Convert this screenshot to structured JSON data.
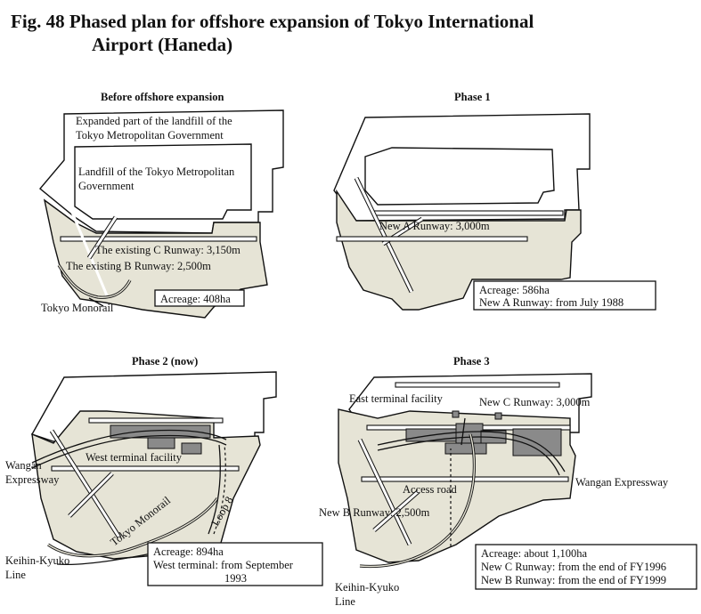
{
  "figure": {
    "title_line1": "Fig. 48 Phased plan for offshore expansion of Tokyo International",
    "title_line2": "Airport (Haneda)"
  },
  "panel_before": {
    "heading": "Before offshore expansion",
    "expanded_landfill_l1": "Expanded part of the landfill of the",
    "expanded_landfill_l2": "Tokyo Metropolitan Government",
    "landfill_l1": "Landfill of the Tokyo Metropolitan",
    "landfill_l2": "Government",
    "runway_c": "The existing C Runway: 3,150m",
    "runway_b": "The existing B Runway: 2,500m",
    "monorail": "Tokyo Monorail",
    "acreage": "Acreage: 408ha"
  },
  "panel_phase1": {
    "heading": "Phase 1",
    "runway_a": "New A Runway: 3,000m",
    "acreage": "Acreage: 586ha",
    "runway_a_date": "New A Runway: from July 1988"
  },
  "panel_phase2": {
    "heading": "Phase 2 (now)",
    "wangan_l1": "Wangan",
    "wangan_l2": "Expressway",
    "west_terminal": "West terminal facility",
    "monorail": "Tokyo Monorail",
    "loop8": "Loop 8",
    "keihin_l1": "Keihin-Kyuko",
    "keihin_l2": "Line",
    "acreage": "Acreage: 894ha",
    "west_terminal_date_l1": "West terminal: from September",
    "west_terminal_date_l2": "1993"
  },
  "panel_phase3": {
    "heading": "Phase 3",
    "east_terminal": "East terminal facility",
    "runway_c": "New C Runway: 3,000m",
    "wangan": "Wangan Expressway",
    "access_road": "Access road",
    "runway_b": "New B Runway: 2,500m",
    "keihin_l1": "Keihin-Kyuko",
    "keihin_l2": "Line",
    "acreage": "Acreage: about 1,100ha",
    "runway_c_date": "New C Runway: from the end of FY1996",
    "runway_b_date": "New B Runway: from the end of FY1999"
  }
}
